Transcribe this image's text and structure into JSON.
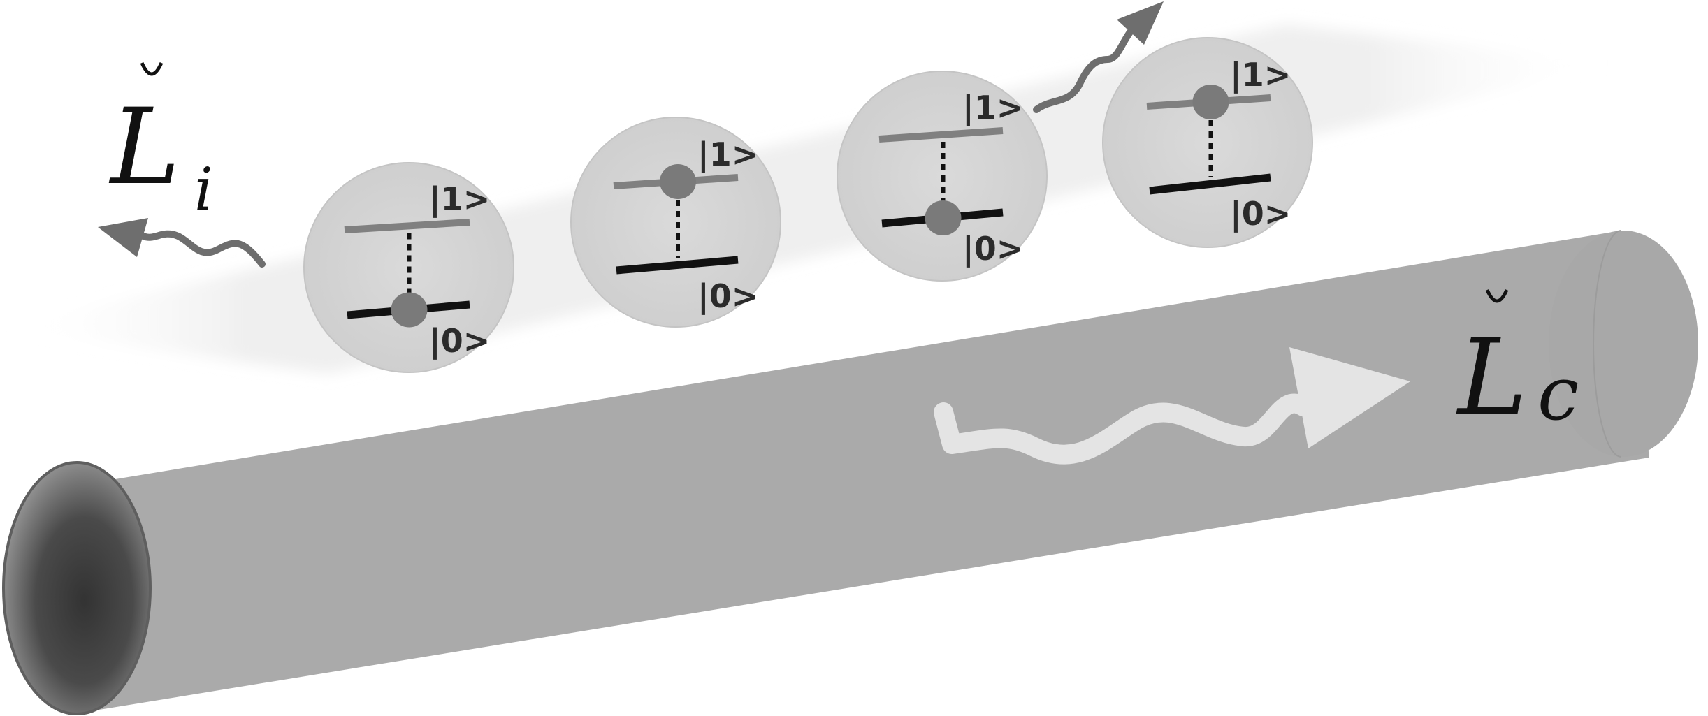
{
  "labels": {
    "atom_loss": "Li",
    "atom_loss_base": "L",
    "atom_loss_sub": "i",
    "cavity_loss": "Lc",
    "cavity_loss_base": "L",
    "cavity_loss_sub": "c",
    "breve_mark": "˘"
  },
  "atoms": [
    {
      "excited_label": "|1>",
      "ground_label": "|0>",
      "occupied_level": "ground"
    },
    {
      "excited_label": "|1>",
      "ground_label": "|0>",
      "occupied_level": "excited"
    },
    {
      "excited_label": "|1>",
      "ground_label": "|0>",
      "occupied_level": "ground"
    },
    {
      "excited_label": "|1>",
      "ground_label": "|0>",
      "occupied_level": "excited"
    }
  ],
  "colors": {
    "fiber": "#aaaaaa",
    "fiber_end": "#3a3a3a",
    "atom_disk": "#d6d6d6",
    "excited_level": "#808080",
    "ground_level": "#111111",
    "population_dot": "#7a7a7a",
    "photon_arrow": "#6e6e6e",
    "cavity_arrow": "#e4e4e4",
    "atom_beam": "#e8e8e8"
  },
  "icons": {
    "lost_photon_left": "wavy-arrow-left",
    "emitted_photon_up": "wavy-arrow-up-right",
    "cavity_photon": "wavy-arrow-right"
  }
}
